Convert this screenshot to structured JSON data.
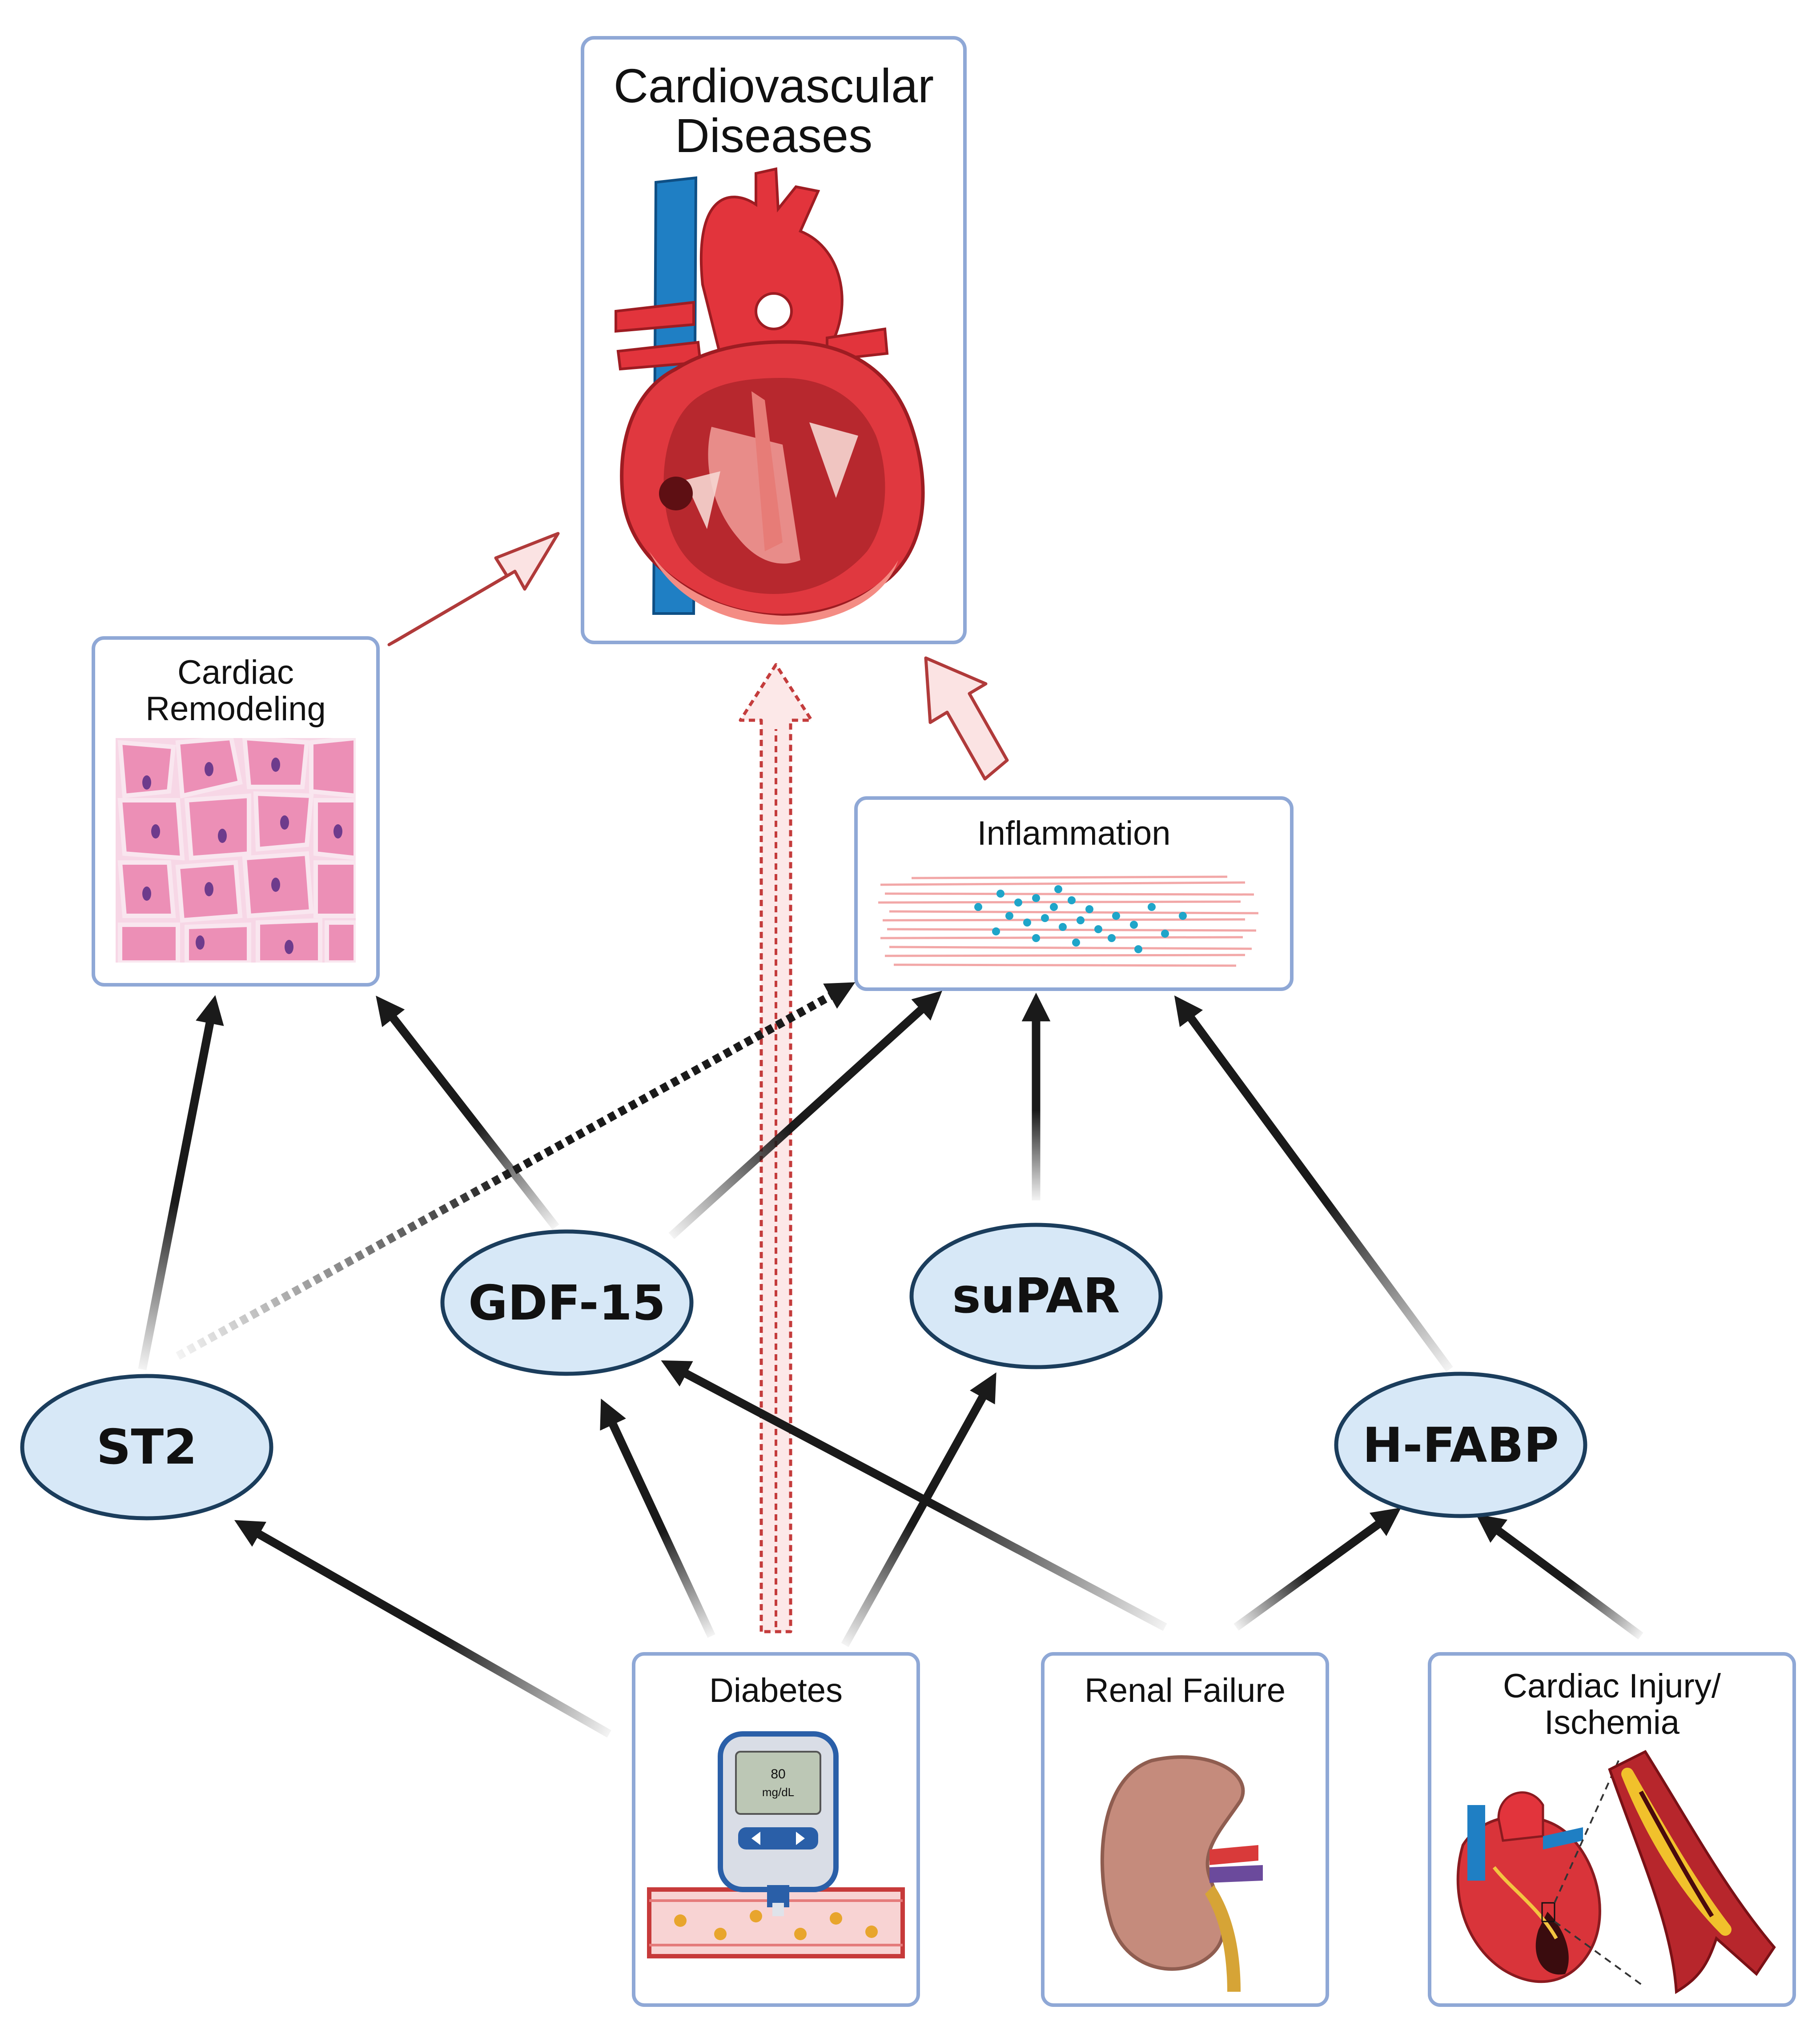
{
  "boxes": {
    "cvd": {
      "line1": "Cardiovascular",
      "line2": "Diseases"
    },
    "remodeling": {
      "line1": "Cardiac",
      "line2": "Remodeling"
    },
    "inflammation": {
      "label": "Inflammation"
    },
    "diabetes": {
      "label": "Diabetes",
      "meter_value": "80",
      "meter_unit": "mg/dL"
    },
    "renal": {
      "label": "Renal Failure"
    },
    "injury": {
      "line1": "Cardiac Injury/",
      "line2": "Ischemia"
    }
  },
  "biomarkers": {
    "st2": "ST2",
    "gdf15": "GDF-15",
    "supar": "suPAR",
    "hfabp": "H-FABP"
  },
  "colors": {
    "box_border": "#8fa8d6",
    "oval_fill": "#d7e8f7",
    "oval_border": "#1b3d5c",
    "arrow_solid": "#1a1a1a",
    "arrow_big": "#b03a3a",
    "arrow_big_fill": "#fbe3e3",
    "heart_red": "#d9343a",
    "vessel_blue": "#1f7fc4"
  },
  "icons": {
    "cvd": "heart-anatomy-icon",
    "remodeling": "myocardial-tissue-icon",
    "inflammation": "inflamed-fibers-icon",
    "diabetes": "glucometer-icon",
    "renal": "kidney-icon",
    "injury": "ischemic-heart-icon"
  }
}
